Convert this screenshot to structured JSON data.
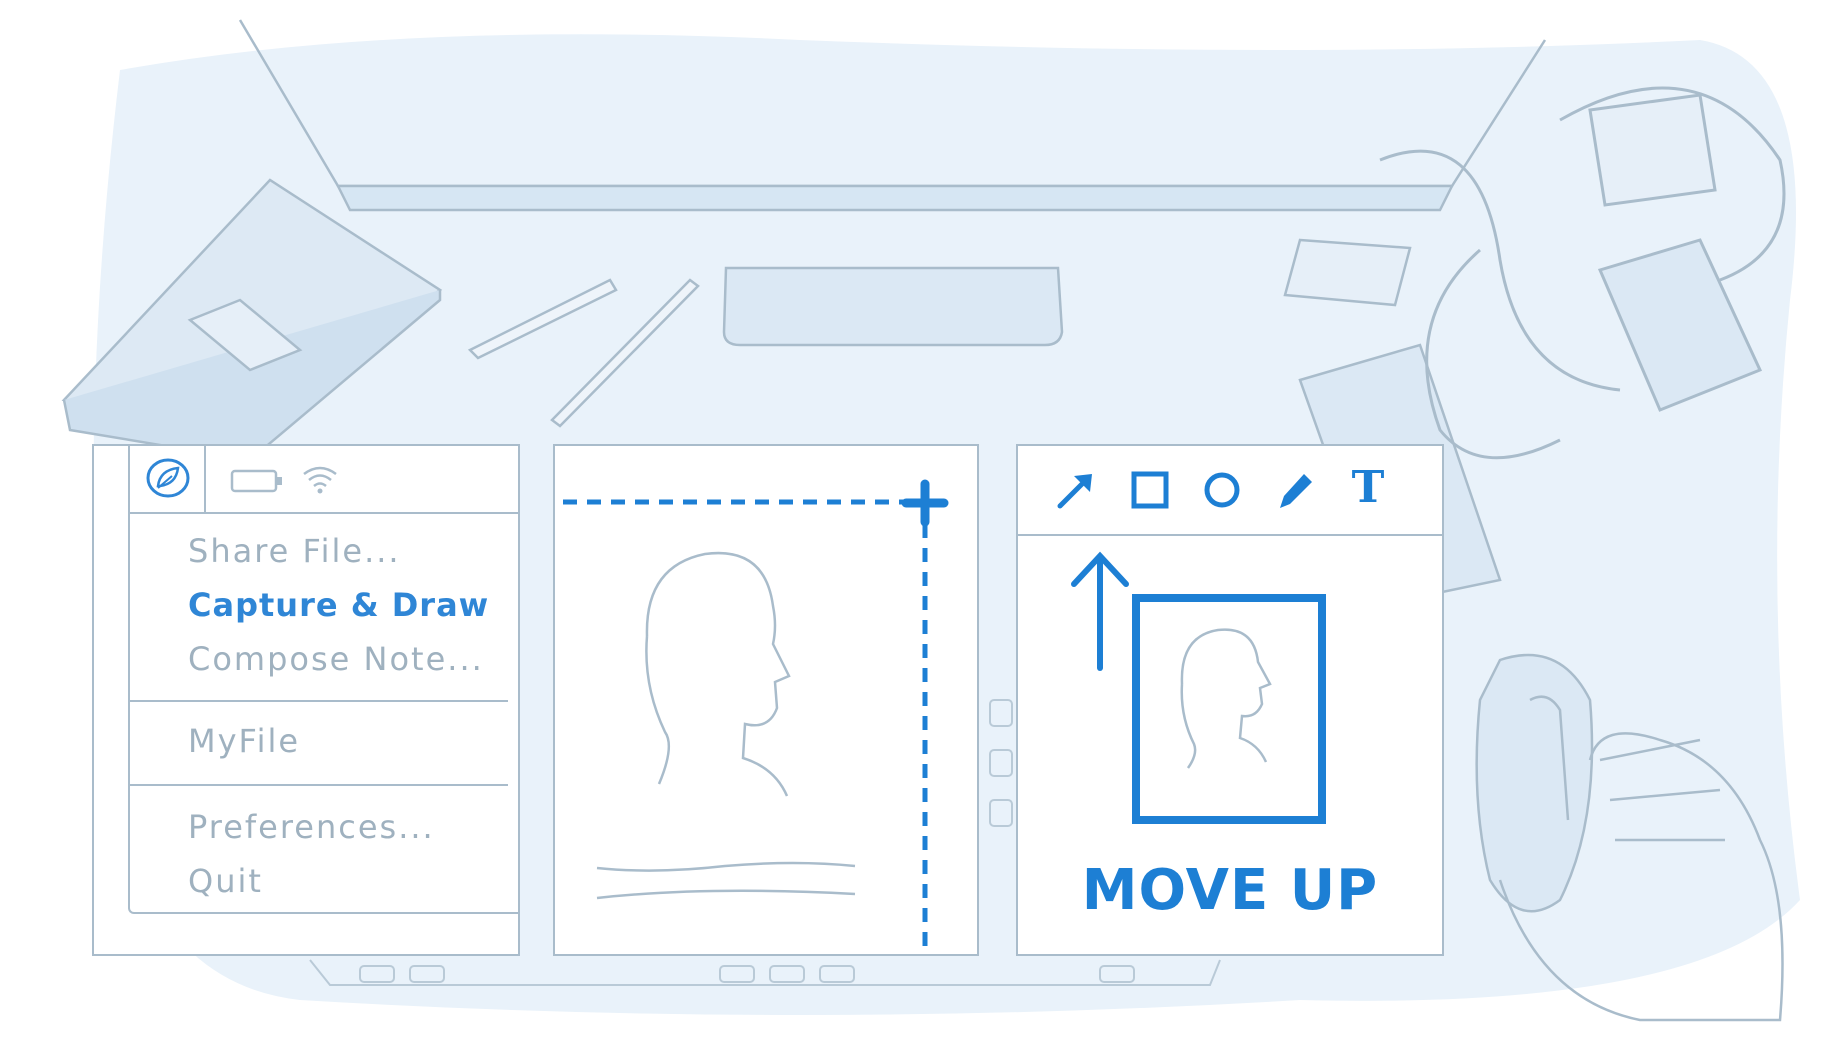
{
  "menu": {
    "items": [
      {
        "label": "Share File..."
      },
      {
        "label": "Capture & Draw",
        "active": true
      },
      {
        "label": "Compose Note..."
      },
      {
        "label": "MyFile"
      },
      {
        "label": "Preferences..."
      },
      {
        "label": "Quit"
      }
    ],
    "menubar_icons": [
      "leaf-app-icon",
      "battery-icon",
      "wifi-icon"
    ]
  },
  "draw_panel": {
    "tools": [
      "arrow-tool-icon",
      "rectangle-tool-icon",
      "ellipse-tool-icon",
      "pen-tool-icon",
      "text-tool-icon"
    ],
    "text_tool_glyph": "T",
    "move_label": "MOVE UP"
  },
  "colors": {
    "accent": "#2f86d6",
    "sketch_line": "#a9bccb",
    "background_wash": "#e6f0f9"
  }
}
